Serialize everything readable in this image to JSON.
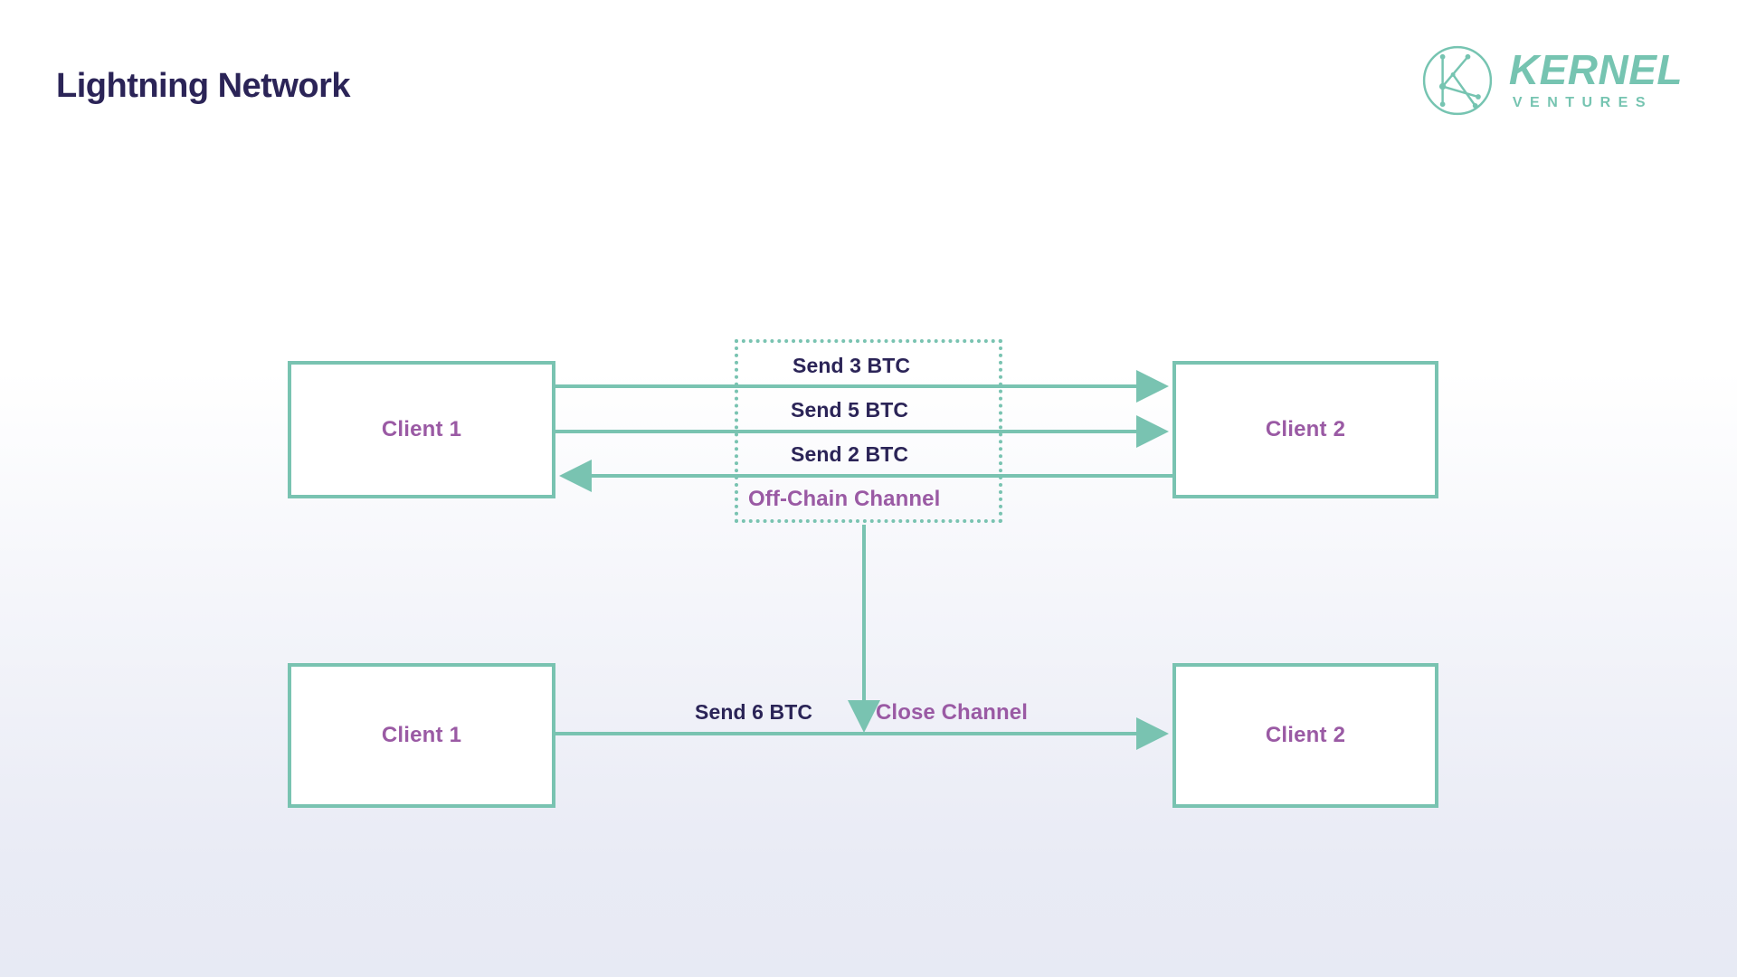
{
  "header": {
    "title": "Lightning Network",
    "logo": {
      "mark_icon": "kernel-k-monogram-circle-icon",
      "name": "KERNEL",
      "subtitle": "VENTURES"
    }
  },
  "colors": {
    "title_navy": "#2b2457",
    "accent_teal": "#79c3b1",
    "accent_purple": "#9a5aa4",
    "background_top": "#ffffff",
    "background_bottom": "#e7eaf4"
  },
  "diagram": {
    "nodes": [
      {
        "id": "client1-top",
        "label": "Client 1"
      },
      {
        "id": "client2-top",
        "label": "Client 2"
      },
      {
        "id": "client1-bottom",
        "label": "Client 1"
      },
      {
        "id": "client2-bottom",
        "label": "Client 2"
      }
    ],
    "channel": {
      "label": "Off-Chain Channel"
    },
    "edges": [
      {
        "id": "edge-send3",
        "label": "Send 3 BTC",
        "direction": "right",
        "from": "client1-top",
        "to": "client2-top"
      },
      {
        "id": "edge-send5",
        "label": "Send 5 BTC",
        "direction": "right",
        "from": "client1-top",
        "to": "client2-top"
      },
      {
        "id": "edge-send2",
        "label": "Send 2 BTC",
        "direction": "left",
        "from": "client2-top",
        "to": "client1-top"
      },
      {
        "id": "edge-send6",
        "label": "Send 6 BTC",
        "direction": "right",
        "from": "client1-bottom",
        "to": "client2-bottom"
      },
      {
        "id": "edge-close",
        "label": "Close Channel",
        "direction": "down",
        "from": "channel",
        "to": "edge-send6"
      }
    ]
  }
}
